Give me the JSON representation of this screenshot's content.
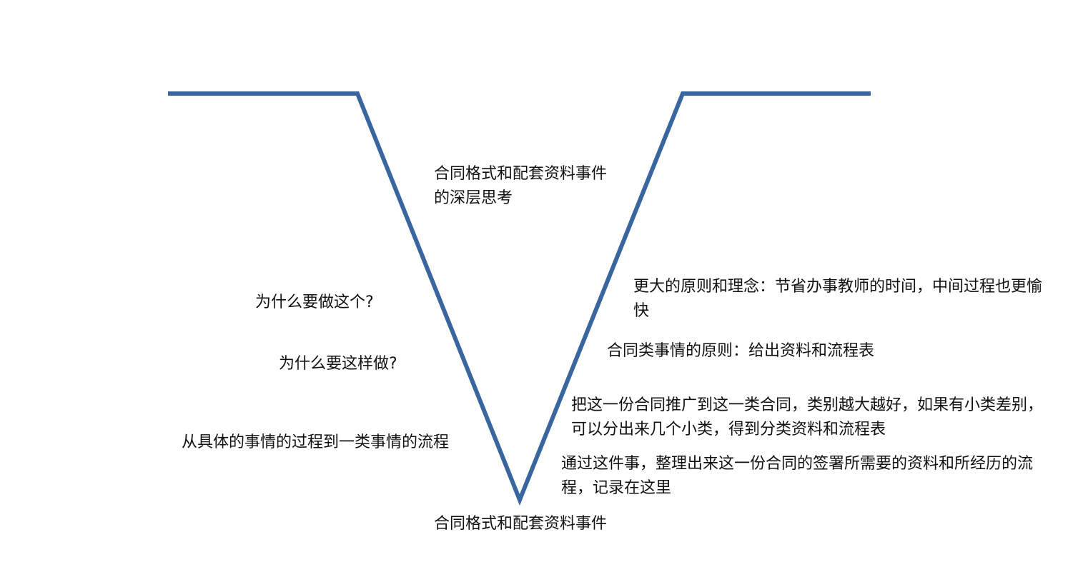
{
  "diagram": {
    "line_color": "#3a66a0",
    "top_label": "合同格式和配套资料事件的深层思考",
    "bottom_label": "合同格式和配套资料事件",
    "left": {
      "why_this": "为什么要做这个?",
      "why_this_way": "为什么要这样做?",
      "process": "从具体的事情的过程到一类事情的流程"
    },
    "right": {
      "level1": "更大的原则和理念：节省办事教师的时间，中间过程也更愉快",
      "level2": "合同类事情的原则：给出资料和流程表",
      "level3": "把这一份合同推广到这一类合同，类别越大越好，如果有小类差别，可以分出来几个小类，得到分类资料和流程表",
      "level4": "通过这件事，整理出来这一份合同的签署所需要的资料和所经历的流程，记录在这里"
    }
  }
}
